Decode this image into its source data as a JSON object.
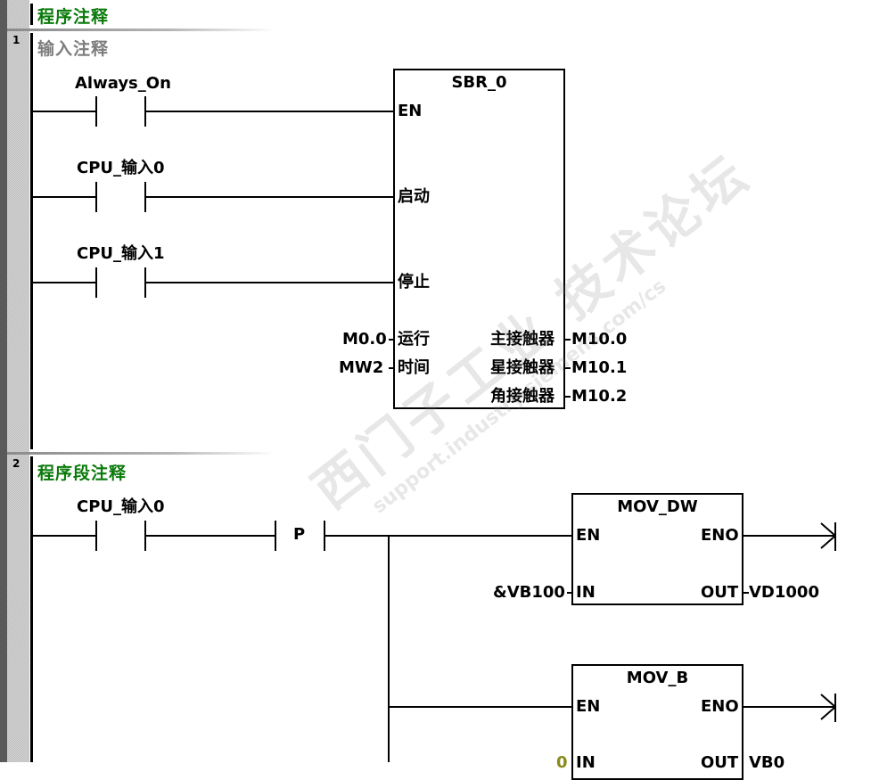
{
  "program_comment": "程序注释",
  "networks": [
    {
      "number": "1",
      "comment": "输入注释",
      "contacts": [
        {
          "symbol": "Always_On"
        },
        {
          "symbol": "CPU_输入0"
        },
        {
          "symbol": "CPU_输入1"
        }
      ],
      "block": {
        "title": "SBR_0",
        "inputs": [
          "EN",
          "启动",
          "停止",
          "运行",
          "时间"
        ],
        "outputs": [
          "主接触器",
          "星接触器",
          "角接触器"
        ],
        "input_operands": {
          "运行": "M0.0",
          "时间": "MW2"
        },
        "output_operands": [
          "M10.0",
          "M10.1",
          "M10.2"
        ]
      }
    },
    {
      "number": "2",
      "comment": "程序段注释",
      "contact": {
        "symbol": "CPU_输入0"
      },
      "edge": "P",
      "blocks": [
        {
          "title": "MOV_DW",
          "en": "EN",
          "eno": "ENO",
          "in": "IN",
          "out": "OUT",
          "in_operand": "&VB100",
          "out_operand": "VD1000"
        },
        {
          "title": "MOV_B",
          "en": "EN",
          "eno": "ENO",
          "in": "IN",
          "out": "OUT",
          "in_operand": "0",
          "out_operand": "VB0"
        }
      ]
    }
  ],
  "watermark": {
    "line1": "西门子工业 技术论坛",
    "line2": "support.industry.siemens.com/cs"
  }
}
